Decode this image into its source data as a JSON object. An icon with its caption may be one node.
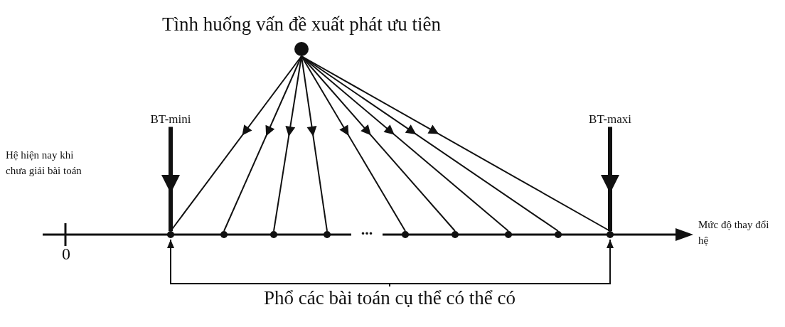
{
  "diagram": {
    "nodes": [
      {
        "text": [
          "Tình huống vấn đề xuất phát ưu tiên"
        ]
      },
      {
        "text": [
          "BT-mini"
        ]
      },
      {
        "text": [
          "BT-maxi"
        ]
      },
      {
        "text": [],
        "shape": "circle"
      },
      {
        "text": [],
        "shape": "circle"
      },
      {
        "text": [],
        "shape": "circle"
      },
      {
        "text": [],
        "shape": "circle"
      },
      {
        "text": [],
        "shape": "circle"
      },
      {
        "text": [],
        "shape": "circle"
      },
      {
        "text": [],
        "shape": "circle"
      },
      {
        "text": [],
        "shape": "circle"
      },
      {
        "text": [],
        "shape": "circle"
      },
      {
        "text": [
          "Phổ các bài toán cụ thể có thể có"
        ]
      }
    ],
    "edges": [
      {
        "from": 0,
        "to": 3,
        "arrow": "to"
      },
      {
        "from": 0,
        "to": 4,
        "arrow": "to"
      },
      {
        "from": 0,
        "to": 5,
        "arrow": "to"
      },
      {
        "from": 0,
        "to": 6,
        "arrow": "to"
      },
      {
        "from": 0,
        "to": 7,
        "arrow": "to"
      },
      {
        "from": 0,
        "to": 8,
        "arrow": "to"
      },
      {
        "from": 0,
        "to": 9,
        "arrow": "to"
      },
      {
        "from": 0,
        "to": 10,
        "arrow": "to"
      },
      {
        "from": 0,
        "to": 11,
        "arrow": "to"
      },
      {
        "from": 1,
        "to": 3,
        "arrow": "to",
        "style": "thick"
      },
      {
        "from": 2,
        "to": 11,
        "arrow": "to",
        "style": "thick"
      },
      {
        "from": 12,
        "to": 3,
        "arrow": "to"
      },
      {
        "from": 12,
        "to": 11,
        "arrow": "to"
      }
    ],
    "labels": [
      "Hệ hiện nay khi chưa giải bài toán",
      "0",
      "...",
      "Mức độ thay đổi hệ"
    ]
  }
}
